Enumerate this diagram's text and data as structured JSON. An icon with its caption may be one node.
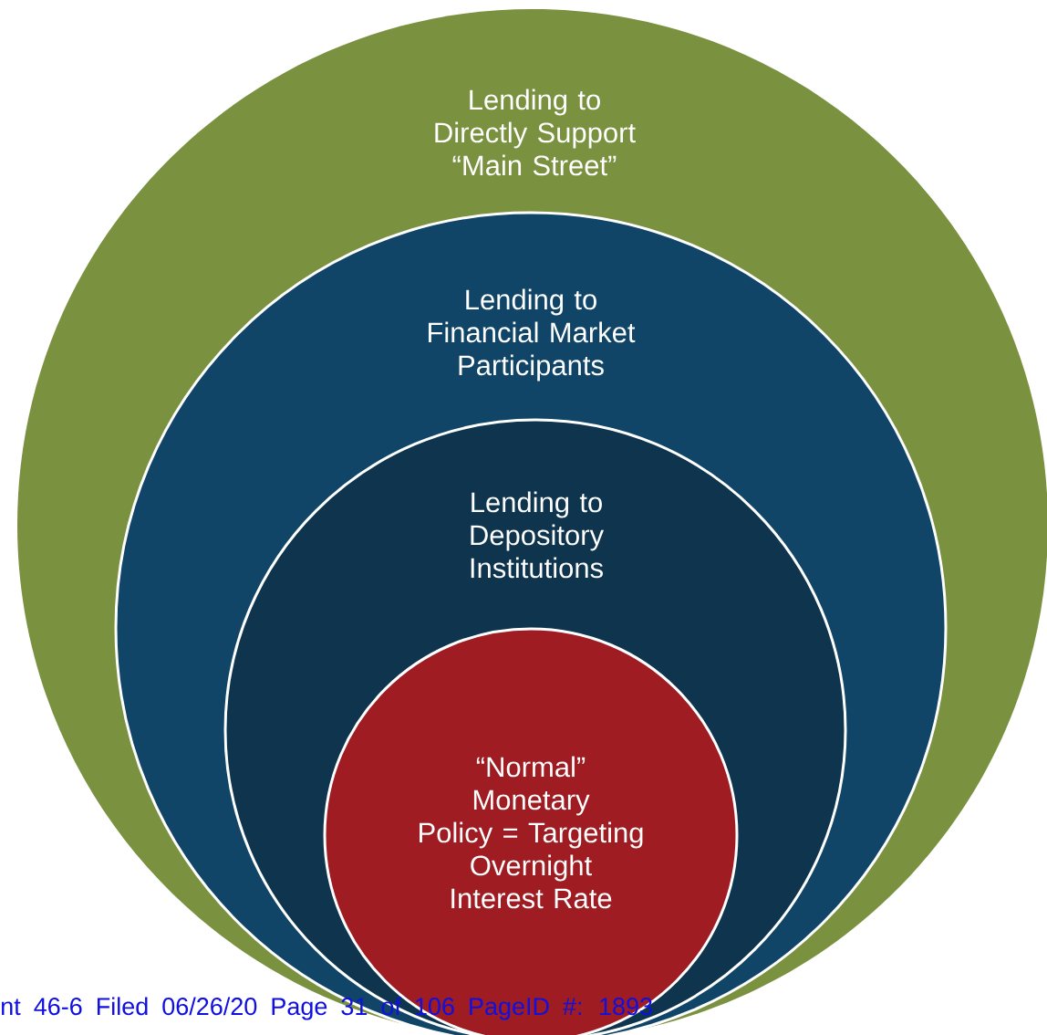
{
  "diagram": {
    "nodes": [
      {
        "text": [
          "Lending to Directly Support “Main Street”"
        ]
      },
      {
        "text": [
          "Lending to Financial Market Participants"
        ],
        "in": 0
      },
      {
        "text": [
          "Lending to Depository Institutions"
        ],
        "in": 1
      },
      {
        "text": [
          "“Normal” Monetary Policy = Targeting Overnight Interest Rate"
        ],
        "in": 2
      }
    ],
    "labels": [
      "nt 46-6   Filed 06/26/20   Page 31 of 106 PageID #: 1893"
    ]
  }
}
